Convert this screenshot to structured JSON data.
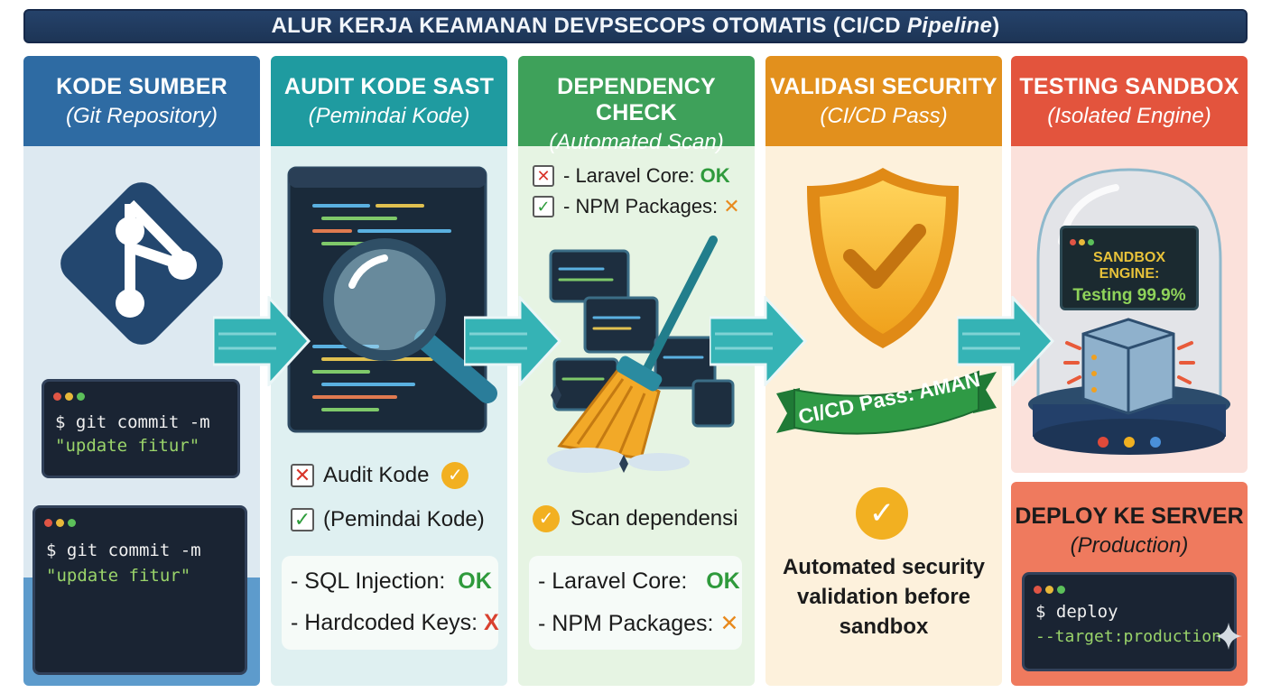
{
  "title": {
    "main": "ALUR KERJA KEAMANAN DEVPSECOPS OTOMATIS (CI/CD ",
    "italic": "Pipeline",
    "tail": ")"
  },
  "columns": {
    "source": {
      "title": "KODE SUMBER",
      "subtitle": "(Git Repository)"
    },
    "sast": {
      "title": "AUDIT KODE SAST",
      "subtitle": "(Pemindai Kode)"
    },
    "dependency": {
      "title": "DEPENDENCY CHECK",
      "subtitle": "(Automated Scan)"
    },
    "validation": {
      "title": "VALIDASI SECURITY",
      "subtitle": "(CI/CD Pass)"
    },
    "sandbox": {
      "title": "TESTING SANDBOX",
      "subtitle": "(Isolated Engine)"
    },
    "deploy": {
      "title": "DEPLOY KE SERVER",
      "subtitle": "(Production)"
    }
  },
  "source_terminals": [
    {
      "line1": "$ git commit -m",
      "line2": "\"update fitur\""
    },
    {
      "line1": "$ git commit -m",
      "line2": "\"update fitur\""
    }
  ],
  "sast": {
    "checks": [
      "Audit Kode",
      "(Pemindai Kode)"
    ],
    "results": [
      {
        "label": "- SQL Injection:",
        "status": "OK"
      },
      {
        "label": "- Hardcoded Keys:",
        "status": "X"
      }
    ]
  },
  "dependency": {
    "top_checks": [
      {
        "label": "- Laravel Core:",
        "status": "OK"
      },
      {
        "label": "- NPM Packages:",
        "status": "✕"
      }
    ],
    "scan_label": "Scan dependensi",
    "results": [
      {
        "label": "- Laravel Core:",
        "status": "OK"
      },
      {
        "label": "- NPM Packages:",
        "status": "✕"
      }
    ]
  },
  "validation": {
    "ribbon": "CI/CD Pass: AMAN",
    "description": "Automated security validation before sandbox"
  },
  "sandbox": {
    "screen_title": "SANDBOX ENGINE:",
    "screen_value": "Testing 99.9%"
  },
  "deploy_terminal": {
    "line1": "$ deploy",
    "line2": "--target:production"
  },
  "colors": {
    "title_bar": "#1d3556",
    "source": "#2e6ba3",
    "sast": "#1f9ba0",
    "dependency": "#3ea15a",
    "validation": "#e2901d",
    "sandbox": "#e3543d",
    "deploy": "#ef7a5e"
  },
  "icons": [
    "git-icon",
    "magnifier-icon",
    "broom-icon",
    "shield-check-icon",
    "server-icon",
    "glass-dome-icon"
  ]
}
